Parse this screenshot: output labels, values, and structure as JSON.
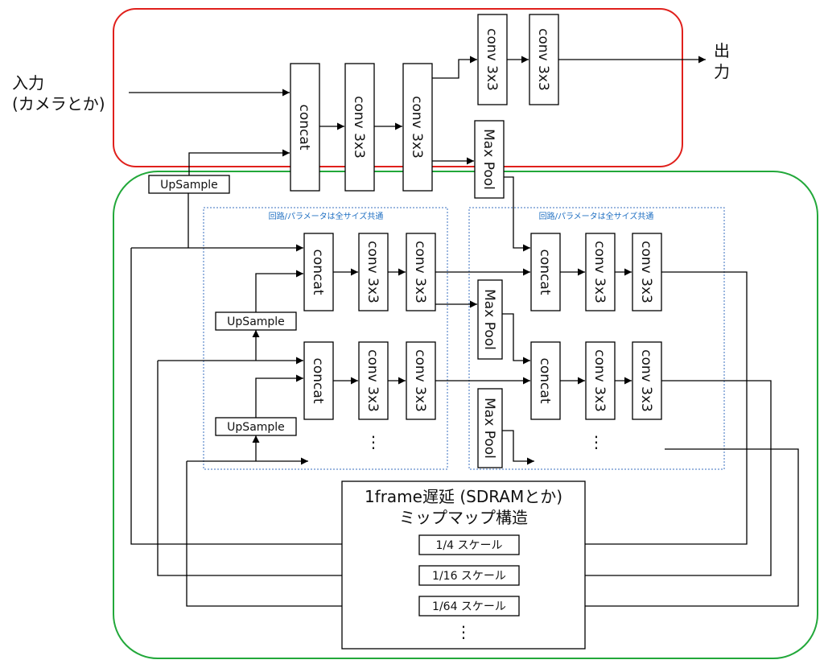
{
  "diagram": {
    "input_label_line1": "入力",
    "input_label_line2": "(カメラとか)",
    "output_label_line1": "出",
    "output_label_line2": "力",
    "concat": "concat",
    "conv": "conv 3x3",
    "maxpool": "Max Pool",
    "upsample": "UpSample",
    "shared_note": "回路/パラメータは全サイズ共通",
    "ellipsis": "⋮",
    "memory_title_line1": "1frame遅延 (SDRAMとか)",
    "memory_title_line2": "ミップマップ構造",
    "scales": [
      "1/4 スケール",
      "1/16 スケール",
      "1/64 スケール"
    ],
    "colors": {
      "top_frame": "#e0201c",
      "bottom_frame": "#22a83a",
      "dotted_group": "#3a6fbf",
      "note_text": "#1f6fc2"
    }
  }
}
